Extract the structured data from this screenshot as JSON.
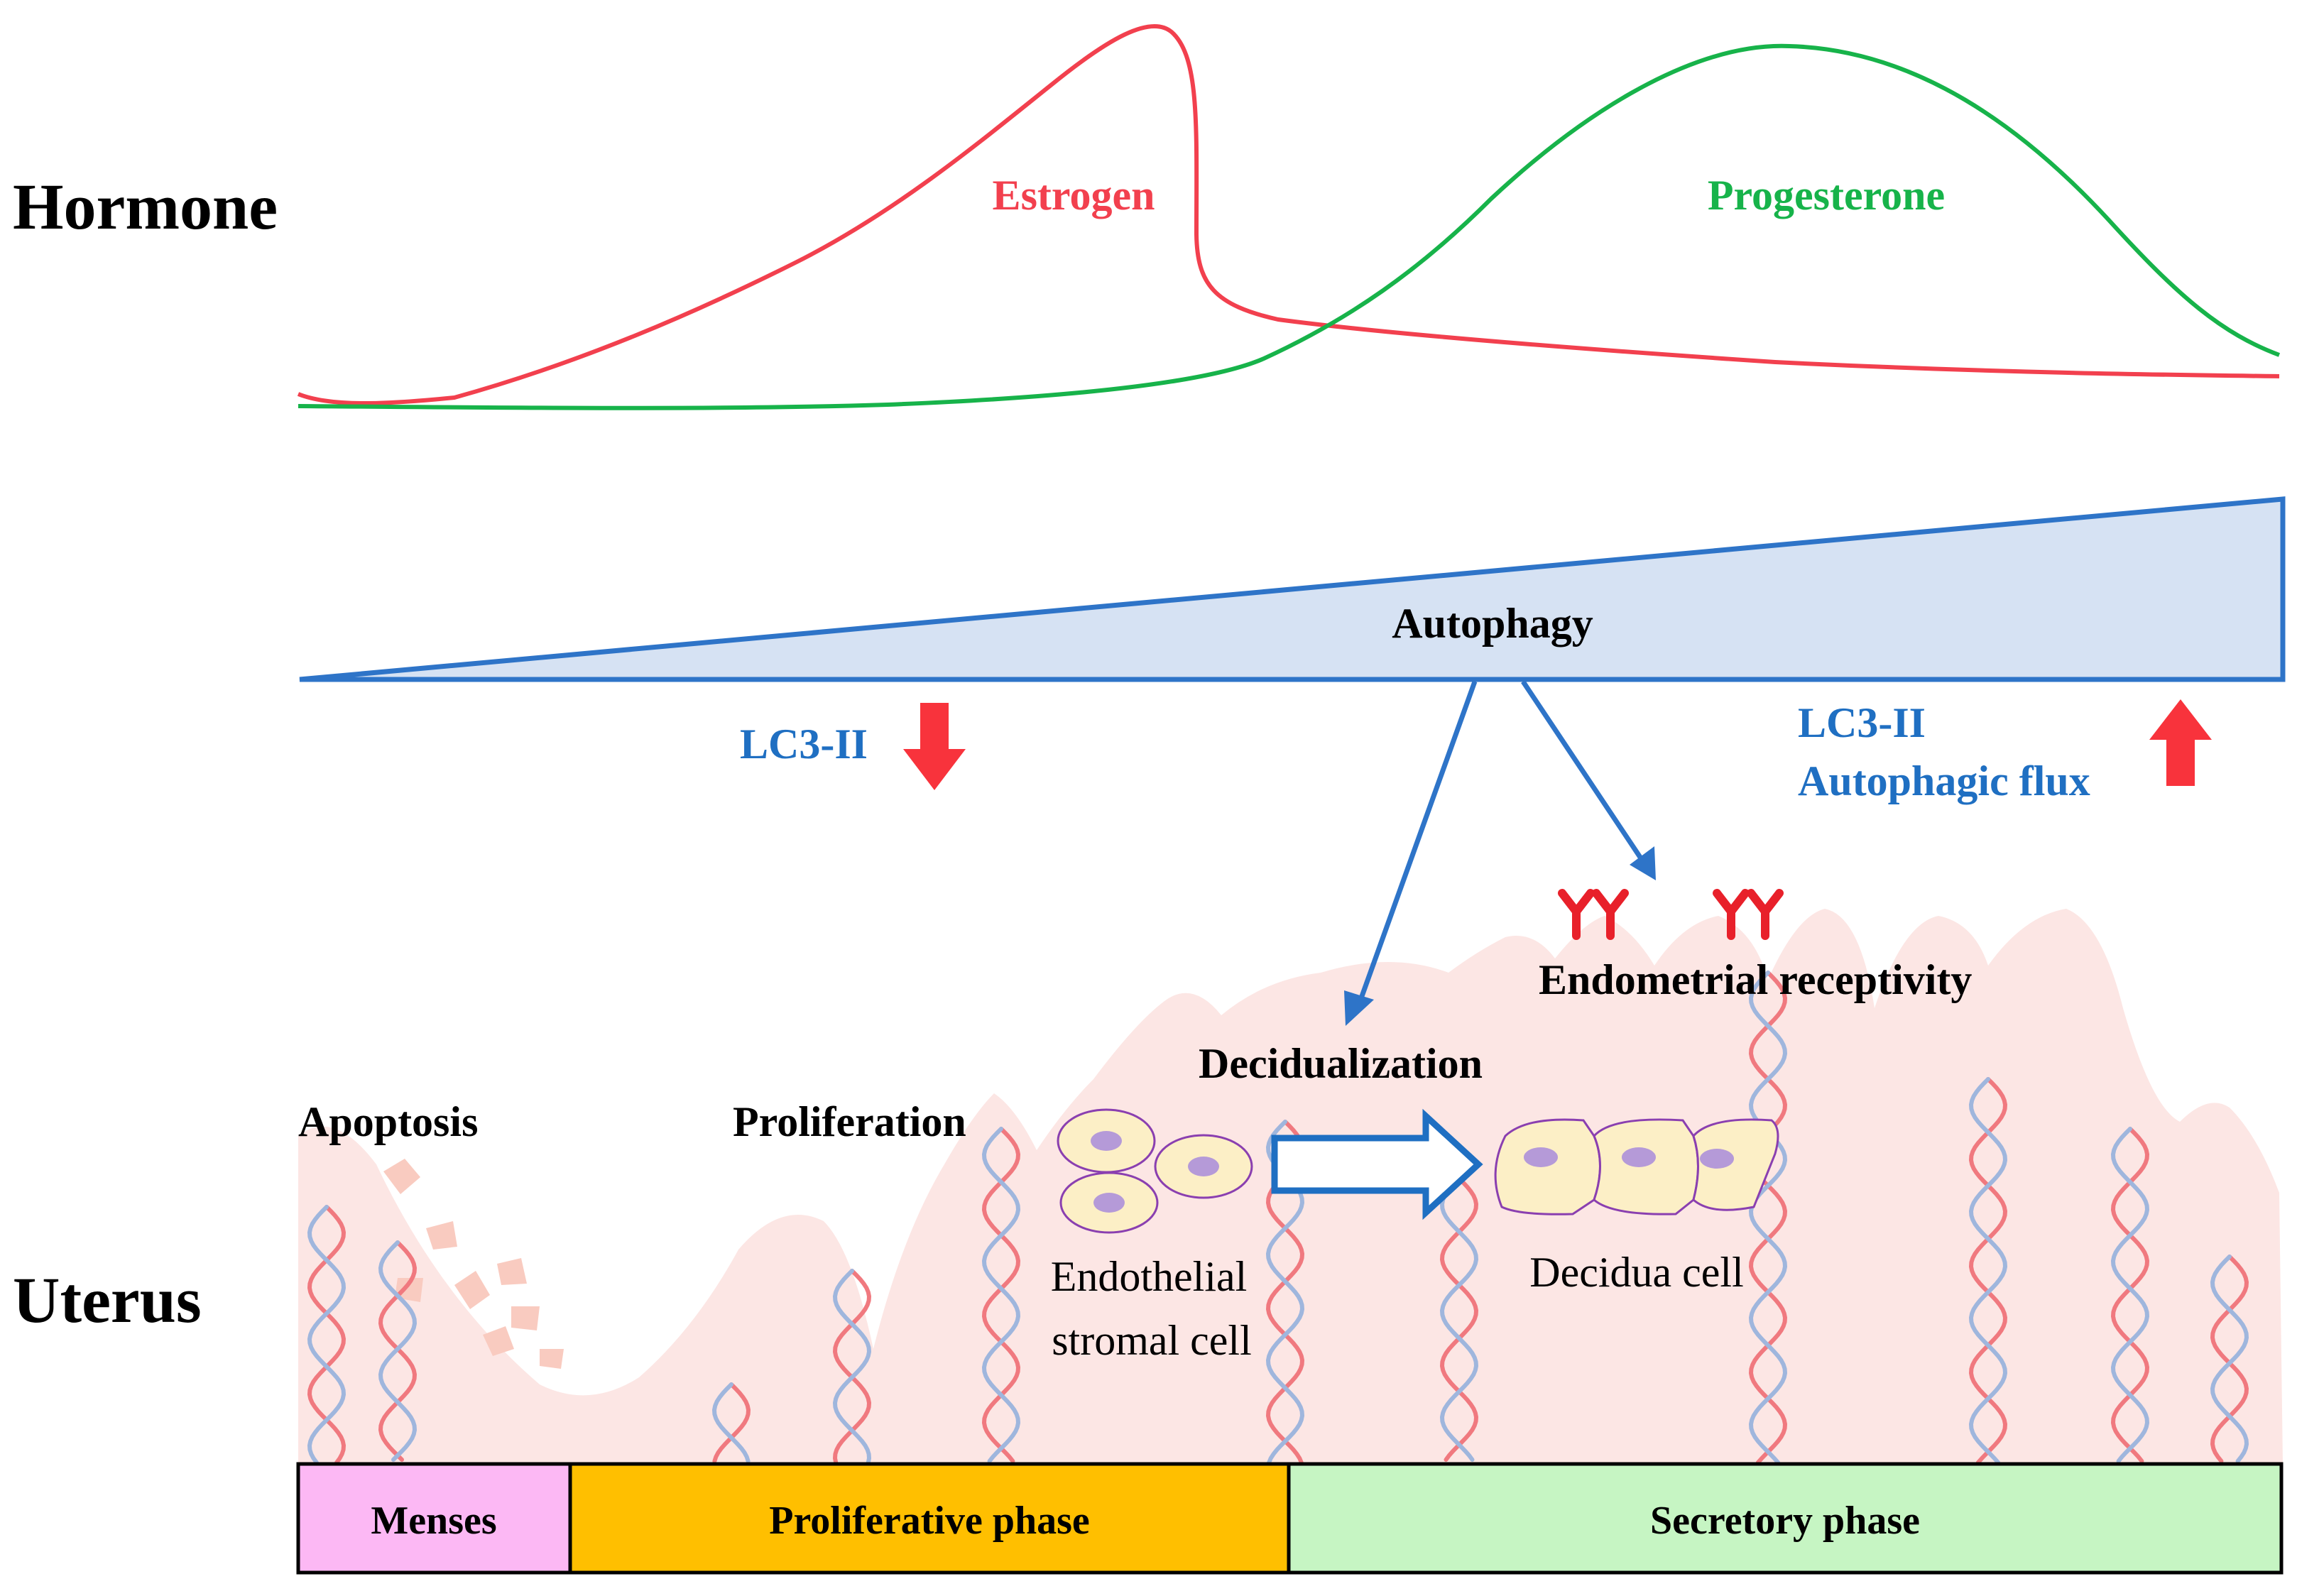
{
  "labels": {
    "hormone": "Hormone",
    "uterus": "Uterus",
    "estrogen": "Estrogen",
    "progesterone": "Progesterone",
    "autophagy": "Autophagy",
    "lc3_left": "LC3-II",
    "lc3_right_line1": "LC3-II",
    "lc3_right_line2": "Autophagic flux",
    "endometrial_receptivity": "Endometrial receptivity",
    "decidualization": "Decidualization",
    "apoptosis": "Apoptosis",
    "proliferation": "Proliferation",
    "endothelial_line1": "Endothelial",
    "endothelial_line2": "stromal cell",
    "decidua_cell": "Decidua cell"
  },
  "phases": [
    {
      "label": "Menses",
      "color": "#FCB8F4"
    },
    {
      "label": "Proliferative phase",
      "color": "#FFBF00"
    },
    {
      "label": "Secretory phase",
      "color": "#C6F5C3"
    }
  ],
  "colors": {
    "estrogen": "#F2404E",
    "progesterone": "#17B34A",
    "autophagy_fill": "#D6E2F3",
    "autophagy_stroke": "#2E74C8",
    "label_blue": "#1F6FC2",
    "arrow_red": "#F8333C",
    "tissue": "#FCE6E4",
    "vessel_red": "#F0797F",
    "vessel_blue": "#9FB6DD",
    "cell_fill": "#FCEFC6",
    "cell_stroke": "#8A3FB0",
    "nucleus": "#B59AD8",
    "receptor": "#E8202A",
    "debris": "#F9CBC0"
  },
  "icons": [
    "down-arrow-icon",
    "up-arrow-icon",
    "receptor-icon",
    "hollow-arrow-icon"
  ]
}
